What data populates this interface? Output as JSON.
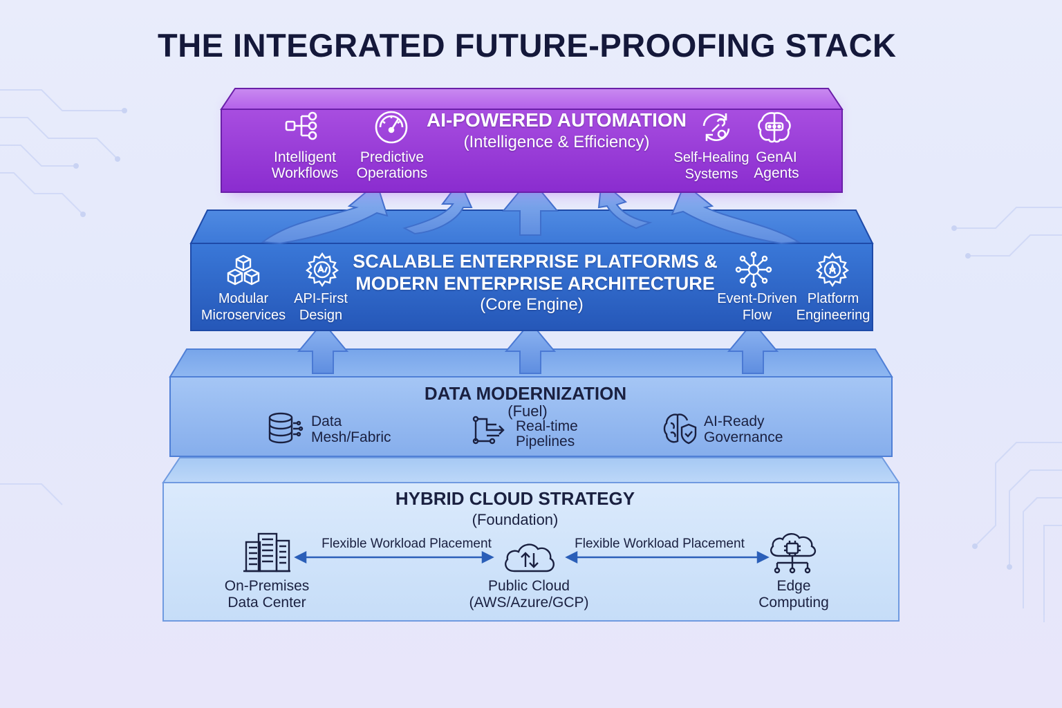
{
  "title": "THE INTEGRATED FUTURE-PROOFING STACK",
  "colors": {
    "ai_layer": "#9a33d6",
    "platform_layer": "#2f66c9",
    "data_layer": "#8fb6f0",
    "cloud_layer": "#cde3fa",
    "arrows": "#6f9ae6"
  },
  "ai_layer": {
    "title": "AI-POWERED AUTOMATION",
    "subtitle": "(Intelligence & Efficiency)",
    "items": [
      {
        "icon": "workflow-icon",
        "line1": "Intelligent",
        "line2": "Workflows"
      },
      {
        "icon": "speedometer-icon",
        "line1": "Predictive",
        "line2": "Operations"
      },
      {
        "icon": "self-healing-icon",
        "line1": "Self-Healing",
        "line2": "Systems"
      },
      {
        "icon": "brain-circuit-icon",
        "line1": "GenAI",
        "line2": "Agents"
      }
    ]
  },
  "platform_layer": {
    "title_line1": "SCALABLE ENTERPRISE PLATFORMS &",
    "title_line2": "MODERN ENTERPRISE ARCHITECTURE",
    "subtitle": "(Core Engine)",
    "items": [
      {
        "icon": "cubes-icon",
        "line1": "Modular",
        "line2": "Microservices"
      },
      {
        "icon": "api-gear-icon",
        "line1": "API-First",
        "line2": "Design"
      },
      {
        "icon": "event-network-icon",
        "line1": "Event-Driven",
        "line2": "Flow"
      },
      {
        "icon": "platform-gear-icon",
        "line1": "Platform",
        "line2": "Engineering"
      }
    ]
  },
  "data_layer": {
    "title": "DATA MODERNIZATION",
    "subtitle": "(Fuel)",
    "items": [
      {
        "icon": "database-icon",
        "line1": "Data",
        "line2": "Mesh/Fabric"
      },
      {
        "icon": "pipeline-icon",
        "line1": "Real-time",
        "line2": "Pipelines"
      },
      {
        "icon": "brain-shield-icon",
        "line1": "AI-Ready",
        "line2": "Governance"
      }
    ]
  },
  "cloud_layer": {
    "title": "HYBRID CLOUD STRATEGY",
    "subtitle": "(Foundation)",
    "flow_label_left": "Flexible Workload Placement",
    "flow_label_right": "Flexible Workload Placement",
    "items": [
      {
        "icon": "building-icon",
        "line1": "On-Premises",
        "line2": "Data Center"
      },
      {
        "icon": "cloud-sync-icon",
        "line1": "Public Cloud",
        "line2": "(AWS/Azure/GCP)"
      },
      {
        "icon": "edge-cloud-icon",
        "line1": "Edge",
        "line2": "Computing"
      }
    ]
  }
}
